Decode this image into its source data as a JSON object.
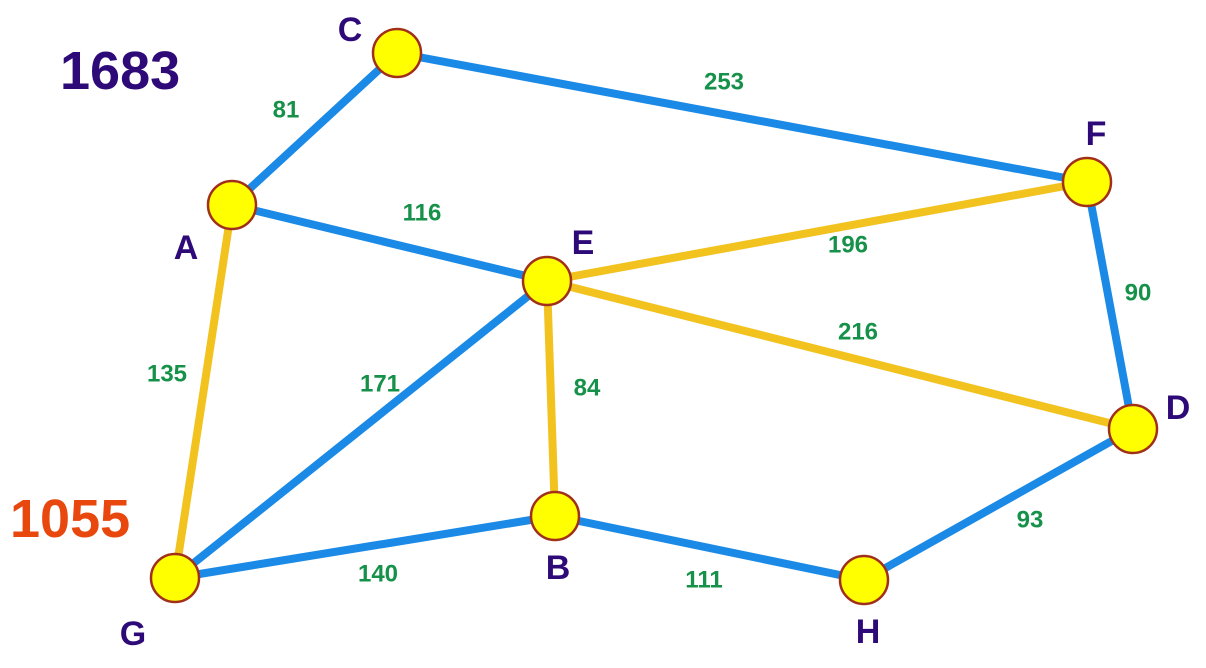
{
  "colors": {
    "tree_edge": "#f2c21f",
    "other_edge": "#1a8ae6",
    "node_fill": "#ffff00",
    "node_stroke": "#a0301a",
    "node_label": "#2e0a78",
    "edge_label": "#16914a",
    "total_all": "#2e0a78",
    "total_tree": "#e8470e"
  },
  "totals": {
    "all_edges": "1683",
    "tree": "1055"
  },
  "nodes": [
    {
      "id": "A",
      "label": "A"
    },
    {
      "id": "B",
      "label": "B"
    },
    {
      "id": "C",
      "label": "C"
    },
    {
      "id": "D",
      "label": "D"
    },
    {
      "id": "E",
      "label": "E"
    },
    {
      "id": "F",
      "label": "F"
    },
    {
      "id": "G",
      "label": "G"
    },
    {
      "id": "H",
      "label": "H"
    }
  ],
  "edges": [
    {
      "from": "A",
      "to": "C",
      "weight": "81",
      "in_tree": false
    },
    {
      "from": "C",
      "to": "F",
      "weight": "253",
      "in_tree": false
    },
    {
      "from": "A",
      "to": "E",
      "weight": "116",
      "in_tree": false
    },
    {
      "from": "E",
      "to": "F",
      "weight": "196",
      "in_tree": true
    },
    {
      "from": "F",
      "to": "D",
      "weight": "90",
      "in_tree": false
    },
    {
      "from": "A",
      "to": "G",
      "weight": "135",
      "in_tree": true
    },
    {
      "from": "G",
      "to": "E",
      "weight": "171",
      "in_tree": false
    },
    {
      "from": "E",
      "to": "B",
      "weight": "84",
      "in_tree": true
    },
    {
      "from": "E",
      "to": "D",
      "weight": "216",
      "in_tree": true
    },
    {
      "from": "G",
      "to": "B",
      "weight": "140",
      "in_tree": false
    },
    {
      "from": "B",
      "to": "H",
      "weight": "111",
      "in_tree": false
    },
    {
      "from": "H",
      "to": "D",
      "weight": "93",
      "in_tree": false
    }
  ]
}
